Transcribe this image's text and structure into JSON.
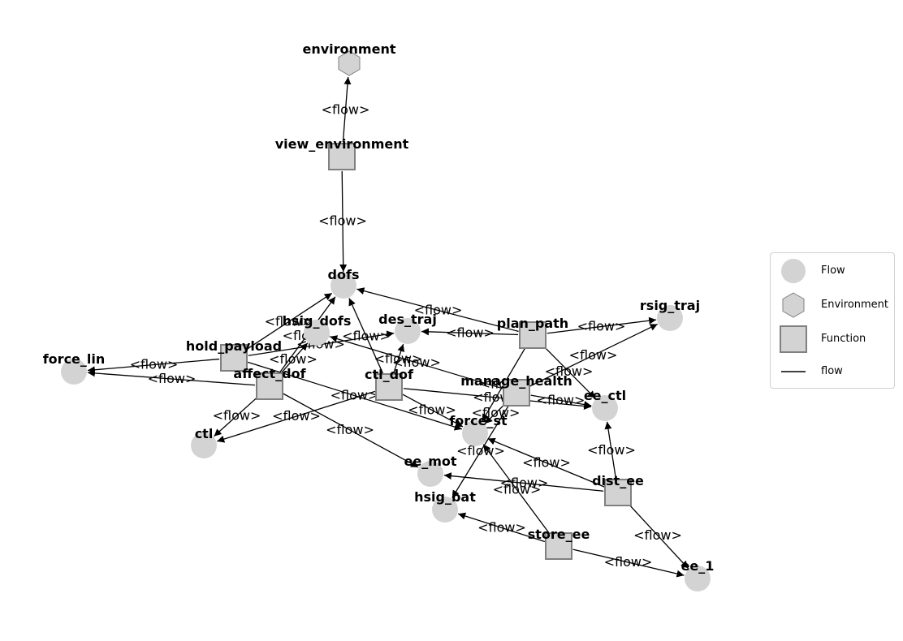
{
  "nodes": [
    {
      "id": "environment",
      "label": "environment",
      "kind": "environment"
    },
    {
      "id": "view_environment",
      "label": "view_environment",
      "kind": "function"
    },
    {
      "id": "dofs",
      "label": "dofs",
      "kind": "flow"
    },
    {
      "id": "hsig_dofs",
      "label": "hsig_dofs",
      "kind": "flow"
    },
    {
      "id": "des_traj",
      "label": "des_traj",
      "kind": "flow"
    },
    {
      "id": "plan_path",
      "label": "plan_path",
      "kind": "function"
    },
    {
      "id": "rsig_traj",
      "label": "rsig_traj",
      "kind": "flow"
    },
    {
      "id": "hold_payload",
      "label": "hold_payload",
      "kind": "function"
    },
    {
      "id": "force_lin",
      "label": "force_lin",
      "kind": "flow"
    },
    {
      "id": "affect_dof",
      "label": "affect_dof",
      "kind": "function"
    },
    {
      "id": "ctl_dof",
      "label": "ctl_dof",
      "kind": "function"
    },
    {
      "id": "manage_health",
      "label": "manage_health",
      "kind": "function"
    },
    {
      "id": "ee_ctl",
      "label": "ee_ctl",
      "kind": "flow"
    },
    {
      "id": "force_st",
      "label": "force_st",
      "kind": "flow"
    },
    {
      "id": "ctl",
      "label": "ctl",
      "kind": "flow"
    },
    {
      "id": "ee_mot",
      "label": "ee_mot",
      "kind": "flow"
    },
    {
      "id": "dist_ee",
      "label": "dist_ee",
      "kind": "function"
    },
    {
      "id": "hsig_bat",
      "label": "hsig_bat",
      "kind": "flow"
    },
    {
      "id": "store_ee",
      "label": "store_ee",
      "kind": "function"
    },
    {
      "id": "ee_1",
      "label": "ee_1",
      "kind": "flow"
    }
  ],
  "edges": [
    {
      "from": "view_environment",
      "to": "environment",
      "label": "<flow>"
    },
    {
      "from": "view_environment",
      "to": "dofs",
      "label": "<flow>"
    },
    {
      "from": "plan_path",
      "to": "dofs",
      "label": "<flow>"
    },
    {
      "from": "plan_path",
      "to": "des_traj",
      "label": "<flow>"
    },
    {
      "from": "plan_path",
      "to": "rsig_traj",
      "label": "<flow>"
    },
    {
      "from": "plan_path",
      "to": "ee_ctl",
      "label": "<flow>"
    },
    {
      "from": "plan_path",
      "to": "force_st",
      "label": "<flow>"
    },
    {
      "from": "hold_payload",
      "to": "dofs",
      "label": "<flow>"
    },
    {
      "from": "hold_payload",
      "to": "force_lin",
      "label": "<flow>"
    },
    {
      "from": "hold_payload",
      "to": "force_st",
      "label": "<flow>"
    },
    {
      "from": "affect_dof",
      "to": "dofs",
      "label": "<flow>"
    },
    {
      "from": "affect_dof",
      "to": "hsig_dofs",
      "label": "<flow>"
    },
    {
      "from": "affect_dof",
      "to": "force_lin",
      "label": "<flow>"
    },
    {
      "from": "affect_dof",
      "to": "ctl",
      "label": "<flow>"
    },
    {
      "from": "affect_dof",
      "to": "ee_mot",
      "label": "<flow>"
    },
    {
      "from": "ctl_dof",
      "to": "dofs",
      "label": "<flow>"
    },
    {
      "from": "ctl_dof",
      "to": "des_traj",
      "label": "<flow>"
    },
    {
      "from": "ctl_dof",
      "to": "ctl",
      "label": "<flow>"
    },
    {
      "from": "ctl_dof",
      "to": "ee_ctl",
      "label": "<flow>"
    },
    {
      "from": "ctl_dof",
      "to": "force_st",
      "label": "<flow>"
    },
    {
      "from": "manage_health",
      "to": "hsig_dofs",
      "label": "<flow>"
    },
    {
      "from": "manage_health",
      "to": "rsig_traj",
      "label": "<flow>"
    },
    {
      "from": "manage_health",
      "to": "ee_ctl",
      "label": "<flow>"
    },
    {
      "from": "manage_health",
      "to": "force_st",
      "label": "<flow>"
    },
    {
      "from": "manage_health",
      "to": "hsig_bat",
      "label": "<flow>"
    },
    {
      "from": "dist_ee",
      "to": "ee_ctl",
      "label": "<flow>"
    },
    {
      "from": "dist_ee",
      "to": "force_st",
      "label": "<flow>"
    },
    {
      "from": "dist_ee",
      "to": "ee_mot",
      "label": "<flow>"
    },
    {
      "from": "dist_ee",
      "to": "ee_1",
      "label": "<flow>"
    },
    {
      "from": "store_ee",
      "to": "force_st",
      "label": "<flow>"
    },
    {
      "from": "store_ee",
      "to": "hsig_bat",
      "label": "<flow>"
    },
    {
      "from": "store_ee",
      "to": "ee_1",
      "label": "<flow>"
    },
    {
      "from": "hold_payload",
      "to": "des_traj",
      "label": "<flow>"
    }
  ],
  "legend": {
    "items": [
      {
        "kind": "flow",
        "label": "Flow"
      },
      {
        "kind": "environment",
        "label": "Environment"
      },
      {
        "kind": "function",
        "label": "Function"
      },
      {
        "kind": "edge",
        "label": "flow"
      }
    ]
  },
  "colors": {
    "node_fill": "#d3d3d3",
    "node_stroke": "#808080",
    "edge": "#000000"
  }
}
